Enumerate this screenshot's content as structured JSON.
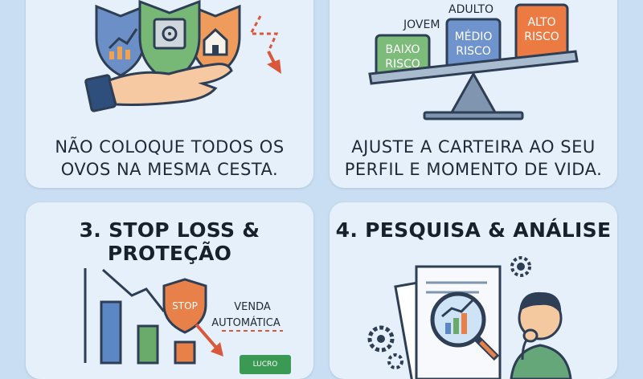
{
  "card1": {
    "caption_line1": "NÃO COLOQUE TODOS OS",
    "caption_line2": "OVOS NA MESMA CESTA."
  },
  "card2": {
    "label_young": "JOVEM",
    "label_adult": "ADULTO",
    "box_low_line1": "BAIXO",
    "box_low_line2": "RISCO",
    "box_mid_line1": "MÉDIO",
    "box_mid_line2": "RISCO",
    "box_high_line1": "ALTO",
    "box_high_line2": "RISCO",
    "caption_line1": "AJUSTE A CARTEIRA AO SEU",
    "caption_line2": "PERFIL E MOMENTO DE VIDA."
  },
  "card3": {
    "title": "3. STOP LOSS & PROTEÇÃO",
    "stop_label": "STOP",
    "sell_line1": "VENDA",
    "sell_line2": "AUTOMÁTICA",
    "badge_label": "LUCRO"
  },
  "card4": {
    "title": "4. PESQUISA & ANÁLISE"
  },
  "colors": {
    "background": "#c9def2",
    "card": "#e6f0fa",
    "blue": "#5b87c4",
    "green": "#6aaa6a",
    "orange": "#e8804a",
    "red": "#d9573b",
    "navy": "#2e3e55"
  }
}
